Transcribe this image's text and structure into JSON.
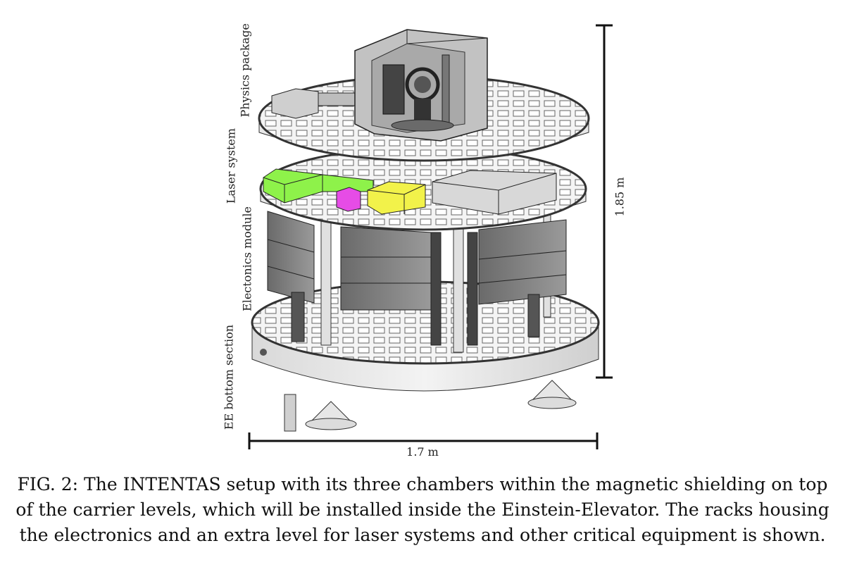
{
  "figure": {
    "side_labels": [
      "Physics package",
      "Laser system",
      "Electonics module",
      "EE bottom section"
    ],
    "height_dimension": "1.85 m",
    "width_dimension": "1.7 m",
    "colors": {
      "green_box": "#8ef24a",
      "magenta_box": "#e64ce6",
      "yellow_box": "#f2f24a",
      "rack_gray": "#7a7a7a",
      "plate_light": "#f2f2f2"
    }
  },
  "caption": "FIG. 2: The INTENTAS setup with its three chambers within the magnetic shielding on top of the carrier levels, which will be installed inside the Einstein-Elevator. The racks housing the electronics and an extra level for laser systems and other critical equipment is shown."
}
